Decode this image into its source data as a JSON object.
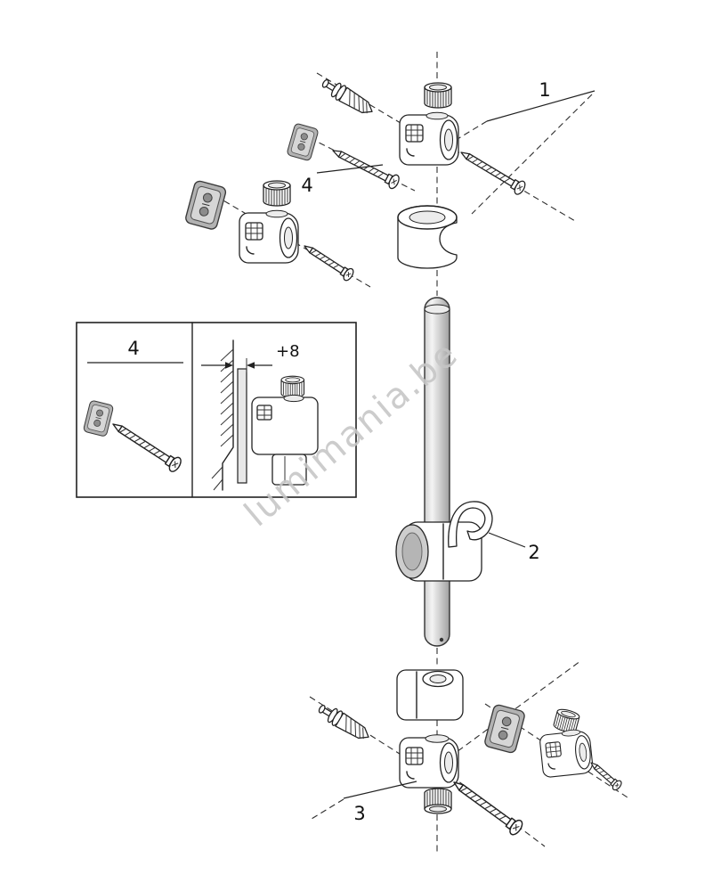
{
  "page": {
    "background": "#ffffff"
  },
  "watermark": {
    "text": "lumimania.be",
    "color": "#c6c6c6"
  },
  "callouts": {
    "part1": "1",
    "part2": "2",
    "part3": "3",
    "part4": "4"
  },
  "inset": {
    "part_label": "4",
    "offset_dimension": "+8"
  },
  "colors": {
    "line": "#222222",
    "dash": "#2f2f2f",
    "plate_gray": "#b2b2b2",
    "rail_highlight": "#f4f4f4",
    "rail_shadow": "#a0a0a0",
    "watermark": "#c6c6c6"
  }
}
